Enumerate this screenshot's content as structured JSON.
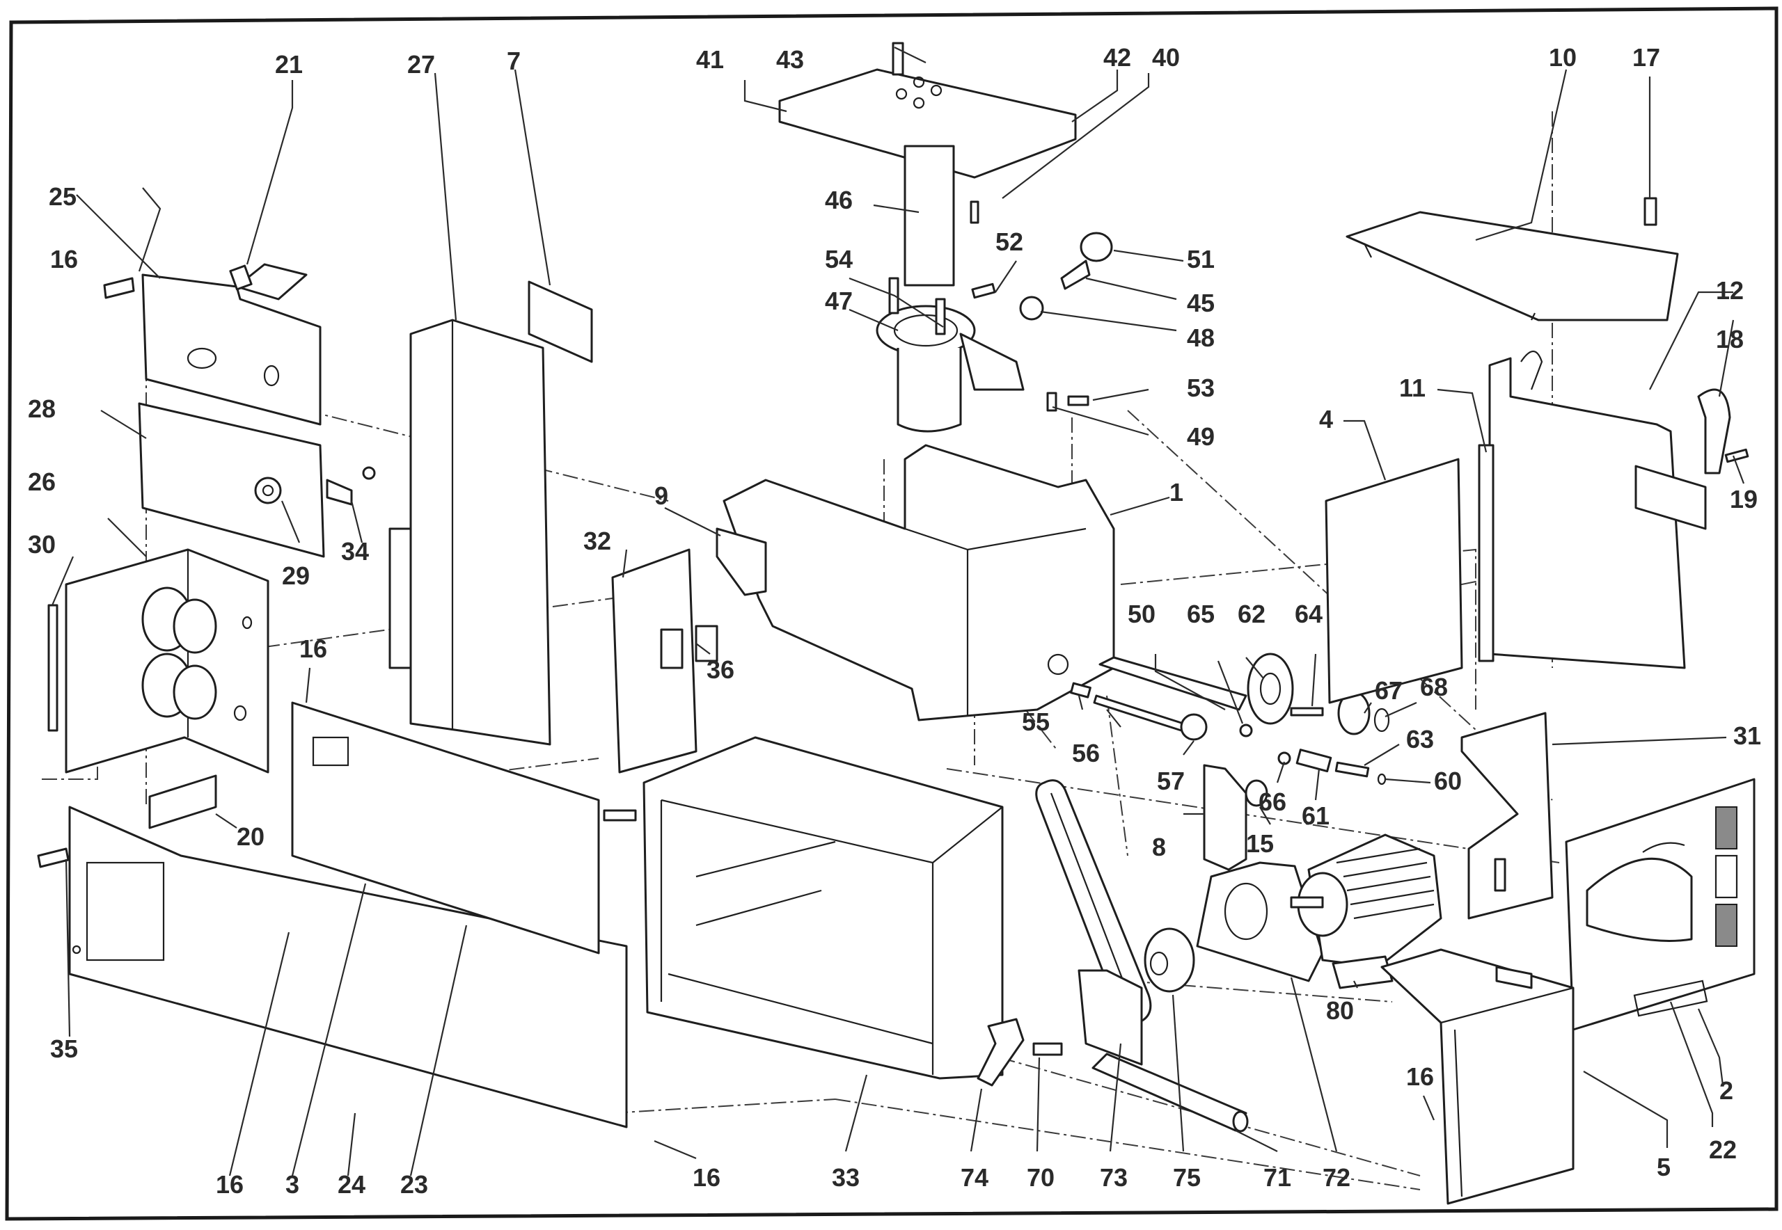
{
  "diagram": {
    "type": "exploded-parts-view",
    "subject": "machine stand / base cabinet assembly with motor, belt drive and adjustable column table",
    "callouts": [
      {
        "id": "c1",
        "label": "1",
        "part": "main-casting-body"
      },
      {
        "id": "c2",
        "label": "2",
        "part": "label-plate"
      },
      {
        "id": "c3",
        "label": "3",
        "part": "front-panel"
      },
      {
        "id": "c4",
        "label": "4",
        "part": "side-panel-right-inner"
      },
      {
        "id": "c5",
        "label": "5",
        "part": "right-lower-cabinet"
      },
      {
        "id": "c7",
        "label": "7",
        "part": "small-plate"
      },
      {
        "id": "c8",
        "label": "8",
        "part": "tension-bracket"
      },
      {
        "id": "c9",
        "label": "9",
        "part": "pad"
      },
      {
        "id": "c10",
        "label": "10",
        "part": "top-cover"
      },
      {
        "id": "c11",
        "label": "11",
        "part": "rail-strip"
      },
      {
        "id": "c12",
        "label": "12",
        "part": "rear-right-panel"
      },
      {
        "id": "c15",
        "label": "15",
        "part": "small-pulley"
      },
      {
        "id": "c16a",
        "label": "16",
        "part": "screw"
      },
      {
        "id": "c16b",
        "label": "16",
        "part": "screw"
      },
      {
        "id": "c16c",
        "label": "16",
        "part": "screw"
      },
      {
        "id": "c16d",
        "label": "16",
        "part": "screw"
      },
      {
        "id": "c16e",
        "label": "16",
        "part": "screw"
      },
      {
        "id": "c17",
        "label": "17",
        "part": "cap-screw"
      },
      {
        "id": "c18",
        "label": "18",
        "part": "handle"
      },
      {
        "id": "c19",
        "label": "19",
        "part": "screw"
      },
      {
        "id": "c20",
        "label": "20",
        "part": "bracket"
      },
      {
        "id": "c21",
        "label": "21",
        "part": "standoff"
      },
      {
        "id": "c22",
        "label": "22",
        "part": "right-side-door"
      },
      {
        "id": "c23",
        "label": "23",
        "part": "panel-edge"
      },
      {
        "id": "c24",
        "label": "24",
        "part": "left-lower-panel"
      },
      {
        "id": "c25",
        "label": "25",
        "part": "upper-left-plate"
      },
      {
        "id": "c26",
        "label": "26",
        "part": "switch-box"
      },
      {
        "id": "c27",
        "label": "27",
        "part": "column-cover"
      },
      {
        "id": "c28",
        "label": "28",
        "part": "cover-plate"
      },
      {
        "id": "c29",
        "label": "29",
        "part": "star-knob"
      },
      {
        "id": "c30",
        "label": "30",
        "part": "strip"
      },
      {
        "id": "c31",
        "label": "31",
        "part": "motor-bracket"
      },
      {
        "id": "c32",
        "label": "32",
        "part": "inner-panel"
      },
      {
        "id": "c33",
        "label": "33",
        "part": "base-frame"
      },
      {
        "id": "c34",
        "label": "34",
        "part": "clip"
      },
      {
        "id": "c35",
        "label": "35",
        "part": "cap-screw"
      },
      {
        "id": "c36",
        "label": "36",
        "part": "block"
      },
      {
        "id": "c40",
        "label": "40",
        "part": "pin"
      },
      {
        "id": "c41",
        "label": "41",
        "part": "table-edge"
      },
      {
        "id": "c42",
        "label": "42",
        "part": "table"
      },
      {
        "id": "c43",
        "label": "43",
        "part": "cap-screw"
      },
      {
        "id": "c45",
        "label": "45",
        "part": "shaft"
      },
      {
        "id": "c46",
        "label": "46",
        "part": "column"
      },
      {
        "id": "c47",
        "label": "47",
        "part": "column-housing"
      },
      {
        "id": "c48",
        "label": "48",
        "part": "gear"
      },
      {
        "id": "c49",
        "label": "49",
        "part": "clip"
      },
      {
        "id": "c50",
        "label": "50",
        "part": "lead-screw"
      },
      {
        "id": "c51",
        "label": "51",
        "part": "cap"
      },
      {
        "id": "c52",
        "label": "52",
        "part": "screw"
      },
      {
        "id": "c53",
        "label": "53",
        "part": "screw"
      },
      {
        "id": "c54",
        "label": "54",
        "part": "bolts"
      },
      {
        "id": "c55",
        "label": "55",
        "part": "sleeve"
      },
      {
        "id": "c56",
        "label": "56",
        "part": "threaded-rod"
      },
      {
        "id": "c57",
        "label": "57",
        "part": "star-knob"
      },
      {
        "id": "c60",
        "label": "60",
        "part": "circlip"
      },
      {
        "id": "c61",
        "label": "61",
        "part": "spacer"
      },
      {
        "id": "c62",
        "label": "62",
        "part": "handwheel"
      },
      {
        "id": "c63",
        "label": "63",
        "part": "shaft"
      },
      {
        "id": "c64",
        "label": "64",
        "part": "screw"
      },
      {
        "id": "c65",
        "label": "65",
        "part": "nut"
      },
      {
        "id": "c66",
        "label": "66",
        "part": "washer"
      },
      {
        "id": "c67",
        "label": "67",
        "part": "pulley"
      },
      {
        "id": "c68",
        "label": "68",
        "part": "o-ring"
      },
      {
        "id": "c70",
        "label": "70",
        "part": "spacer"
      },
      {
        "id": "c71",
        "label": "71",
        "part": "shaft"
      },
      {
        "id": "c72",
        "label": "72",
        "part": "motor-plate"
      },
      {
        "id": "c73",
        "label": "73",
        "part": "belt"
      },
      {
        "id": "c74",
        "label": "74",
        "part": "clamp-lever"
      },
      {
        "id": "c75",
        "label": "75",
        "part": "motor-pulley"
      },
      {
        "id": "c80",
        "label": "80",
        "part": "motor"
      }
    ]
  }
}
